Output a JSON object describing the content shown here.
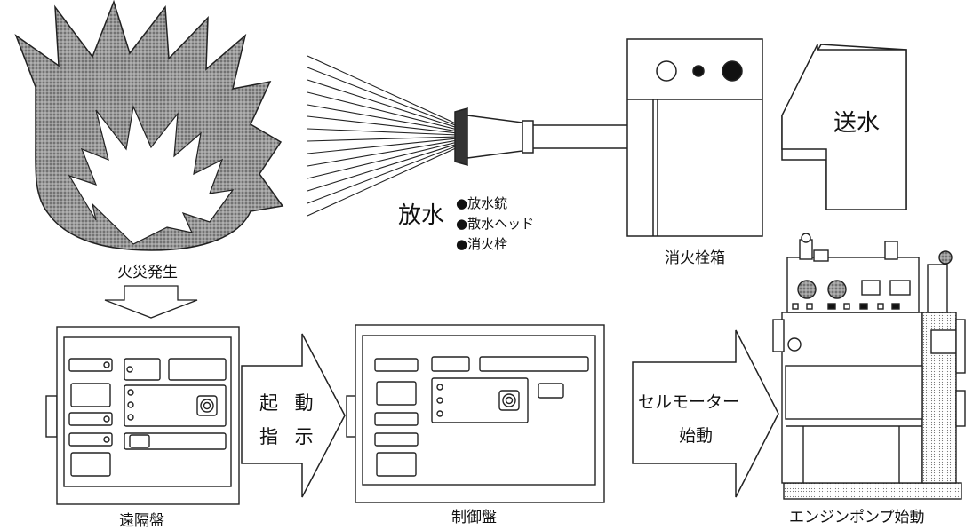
{
  "labels": {
    "fire": "火災発生",
    "discharge": "放水",
    "discharge_items": [
      "●放水銃",
      "●散水ヘッド",
      "●消火栓"
    ],
    "hydrant_box": "消火栓箱",
    "water_supply": "送水",
    "remote_panel": "遠隔盤",
    "control_panel": "制御盤",
    "start_command_line1": "起 動",
    "start_command_line2": "指 示",
    "starter_motor_line1": "セルモーター",
    "starter_motor_line2": "始動",
    "engine_pump": "エンジンポンプ始動"
  },
  "colors": {
    "stroke": "#111111",
    "flame_fill": "#8a8a8a",
    "flame_inner": "#ffffff"
  }
}
